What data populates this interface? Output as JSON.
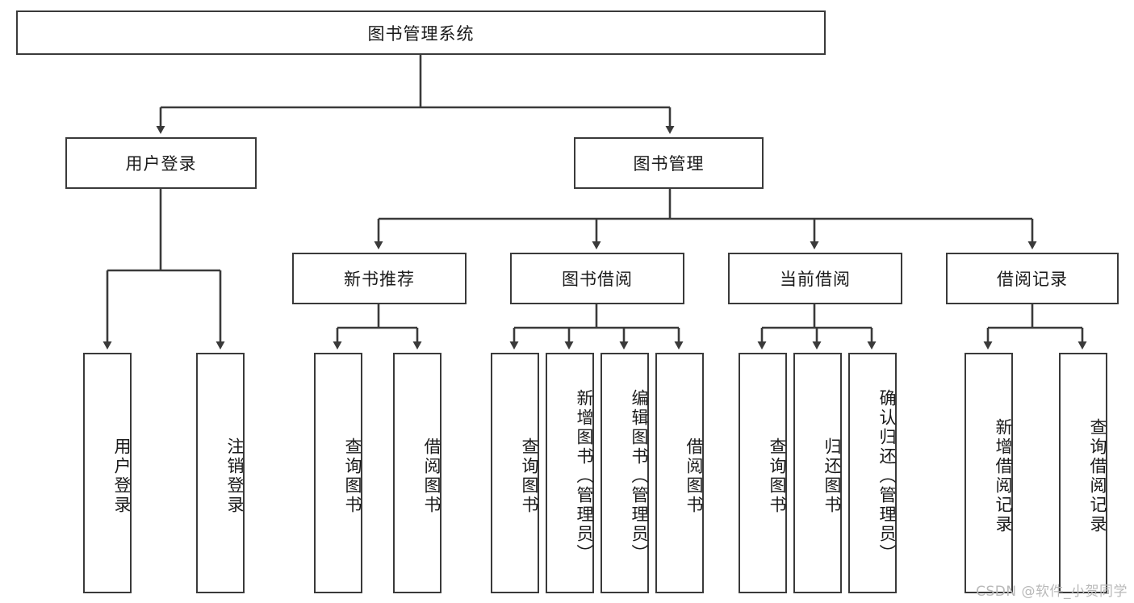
{
  "diagram": {
    "title": "图书管理系统",
    "type": "tree-hierarchy",
    "root": {
      "id": "root",
      "label": "图书管理系统"
    },
    "level2": [
      {
        "id": "user-login",
        "label": "用户登录"
      },
      {
        "id": "book-manage",
        "label": "图书管理"
      }
    ],
    "level3": [
      {
        "id": "new-book-recommend",
        "label": "新书推荐",
        "parent": "book-manage"
      },
      {
        "id": "book-borrow",
        "label": "图书借阅",
        "parent": "book-manage"
      },
      {
        "id": "current-borrow",
        "label": "当前借阅",
        "parent": "book-manage"
      },
      {
        "id": "borrow-record",
        "label": "借阅记录",
        "parent": "book-manage"
      }
    ],
    "leaves": [
      {
        "id": "leaf-user-login",
        "label": "用户登录",
        "parent": "user-login"
      },
      {
        "id": "leaf-user-logout",
        "label": "注销登录",
        "parent": "user-login"
      },
      {
        "id": "leaf-query-book-1",
        "label": "查询图书",
        "parent": "new-book-recommend"
      },
      {
        "id": "leaf-borrow-book-1",
        "label": "借阅图书",
        "parent": "new-book-recommend"
      },
      {
        "id": "leaf-query-book-2",
        "label": "查询图书",
        "parent": "book-borrow"
      },
      {
        "id": "leaf-add-book",
        "label": "新增图书（管理员）",
        "parent": "book-borrow"
      },
      {
        "id": "leaf-edit-book",
        "label": "编辑图书（管理员）",
        "parent": "book-borrow"
      },
      {
        "id": "leaf-borrow-book-2",
        "label": "借阅图书",
        "parent": "book-borrow"
      },
      {
        "id": "leaf-query-book-3",
        "label": "查询图书",
        "parent": "current-borrow"
      },
      {
        "id": "leaf-return-book",
        "label": "归还图书",
        "parent": "current-borrow"
      },
      {
        "id": "leaf-confirm-return",
        "label": "确认归还（管理员）",
        "parent": "current-borrow"
      },
      {
        "id": "leaf-add-record",
        "label": "新增借阅记录",
        "parent": "borrow-record"
      },
      {
        "id": "leaf-query-record",
        "label": "查询借阅记录",
        "parent": "borrow-record"
      }
    ],
    "colors": {
      "stroke": "#3a3a3a",
      "background": "#ffffff",
      "text": "#1a1a1a",
      "watermark": "#b9b9b9"
    }
  },
  "watermark": {
    "text": "CSDN @软件_小贺同学"
  }
}
